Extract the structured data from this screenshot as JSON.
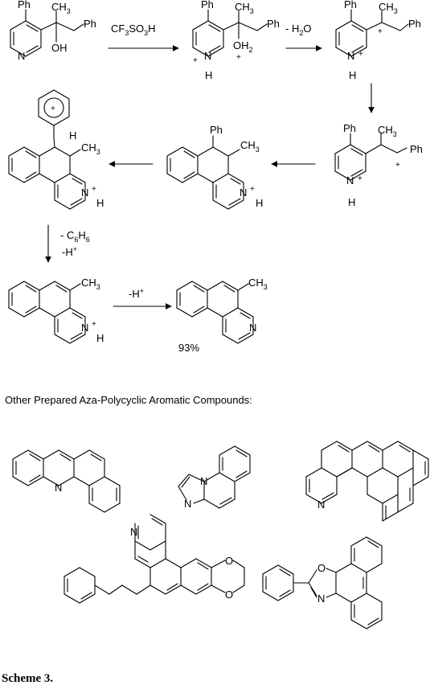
{
  "reagents": {
    "step1": "CF3SO3H",
    "step2": "- H2O",
    "step5_line1": "- C6H6",
    "step5_line2": "-H+",
    "step6": "-H+"
  },
  "yield": "93%",
  "section_heading": "Other Prepared Aza-Polycyclic Aromatic Compounds:",
  "caption": "Scheme 3.",
  "atom_labels": {
    "ph": "Ph",
    "ch3": "CH3",
    "oh": "OH",
    "oh2": "OH2",
    "n": "N",
    "h": "H",
    "plus": "+",
    "o": "O"
  }
}
